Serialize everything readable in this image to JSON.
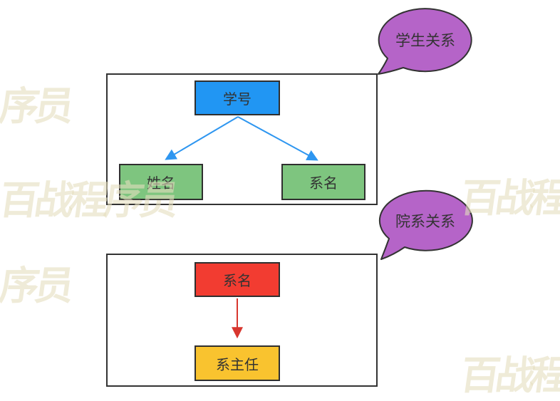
{
  "student_relation": {
    "bubble_label": "学生关系",
    "determinant": "学号",
    "dependents": [
      "姓名",
      "系名"
    ]
  },
  "department_relation": {
    "bubble_label": "院系关系",
    "determinant": "系名",
    "dependent": "系主任"
  },
  "watermarks": [
    "序员",
    "百战程序员",
    "百战程",
    "序员",
    "百战程"
  ],
  "colors": {
    "student_key_box": "#2196F3",
    "student_attr_box": "#7EC57F",
    "department_key_box": "#F23C31",
    "department_attr_box": "#F9C32F",
    "bubble_fill": "#B564C8",
    "arrow_student": "#2E96F0",
    "arrow_department": "#D8362E",
    "outline": "#333333",
    "watermark": "#EFEAD9"
  }
}
